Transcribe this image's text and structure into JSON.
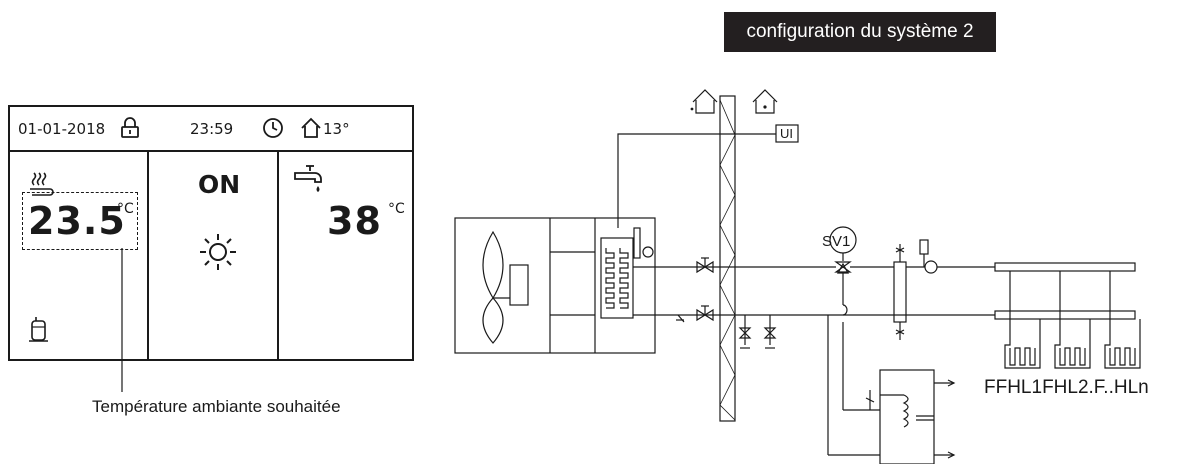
{
  "banner": {
    "title": "configuration du système 2"
  },
  "controller": {
    "date": "01-01-2018",
    "time": "23:59",
    "outdoor_temp": "13°",
    "room_temp": "23.5",
    "room_temp_unit": "°C",
    "mode_status": "ON",
    "hot_water_temp": "38",
    "hot_water_unit": "°C",
    "icons": [
      "lock-icon",
      "clock-icon",
      "house-icon",
      "floor-heating-icon",
      "sun-icon",
      "faucet-icon",
      "tank-icon"
    ]
  },
  "captions": {
    "room_temp_caption": "Température ambiante souhaitée"
  },
  "schematic": {
    "ui_label": "UI",
    "valve_label": "SV1",
    "zone_label": "FFHL1FHL2.F..HLn"
  }
}
